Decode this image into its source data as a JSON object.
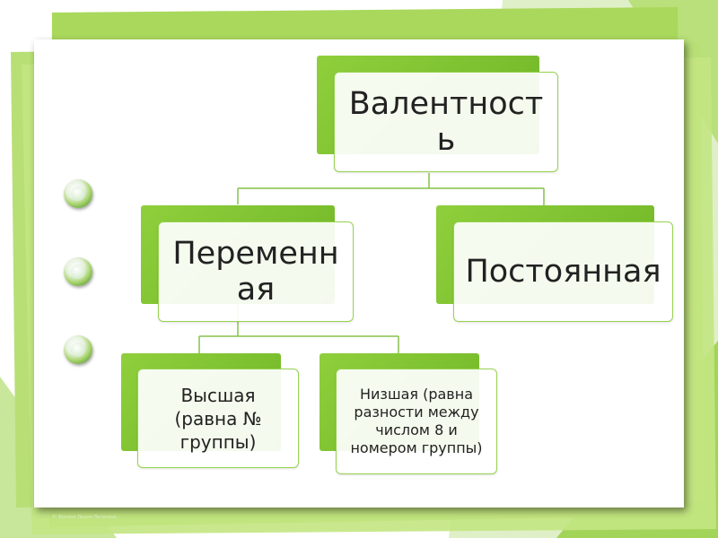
{
  "diagram": {
    "root": "Валентность",
    "level1": [
      "Переменная",
      "Постоянная"
    ],
    "level2": [
      "Высшая (равна № группы)",
      "Низшая (равна разности между числом 8 и номером группы)"
    ]
  },
  "footer": {
    "copyright": "© Фокина Лидия Петровна"
  },
  "colors": {
    "accent": "#8fcf3c",
    "accent_dark": "#6fb526",
    "frame": "#bfe07c"
  }
}
